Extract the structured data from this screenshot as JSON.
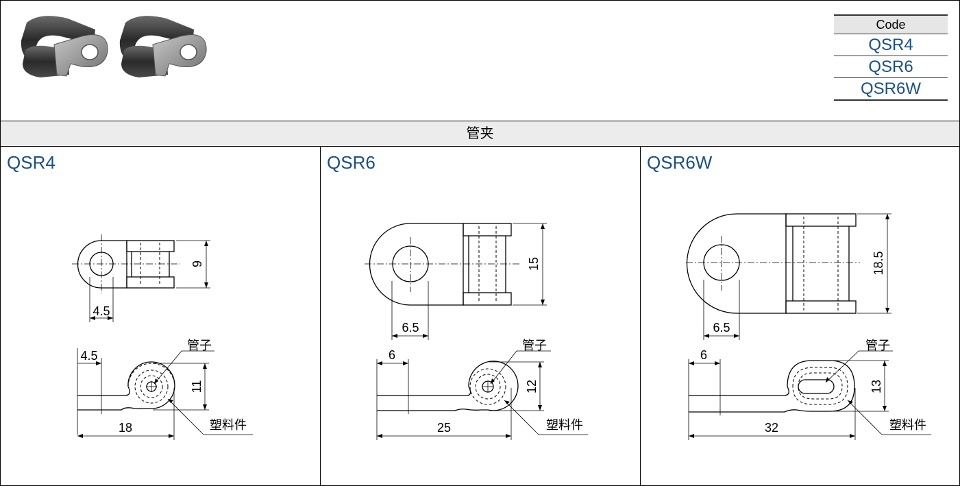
{
  "code_table": {
    "header": "Code",
    "codes": [
      "QSR4",
      "QSR6",
      "QSR6W"
    ]
  },
  "section_title": "管夹",
  "labels": {
    "tube": "管子",
    "plastic_part": "塑料件"
  },
  "panels": [
    {
      "title": "QSR4",
      "dims": {
        "hole_offset": "4.5",
        "height": "9",
        "side_offset": "4.5",
        "side_height": "11",
        "length": "18"
      }
    },
    {
      "title": "QSR6",
      "dims": {
        "hole_offset": "6.5",
        "height": "15",
        "side_offset": "6",
        "side_height": "12",
        "length": "25"
      }
    },
    {
      "title": "QSR6W",
      "dims": {
        "hole_offset": "6.5",
        "height": "18.5",
        "side_offset": "6",
        "side_height": "13",
        "length": "32"
      }
    }
  ],
  "colors": {
    "accent": "#1a4e8a",
    "header_bg": "#ececec"
  }
}
